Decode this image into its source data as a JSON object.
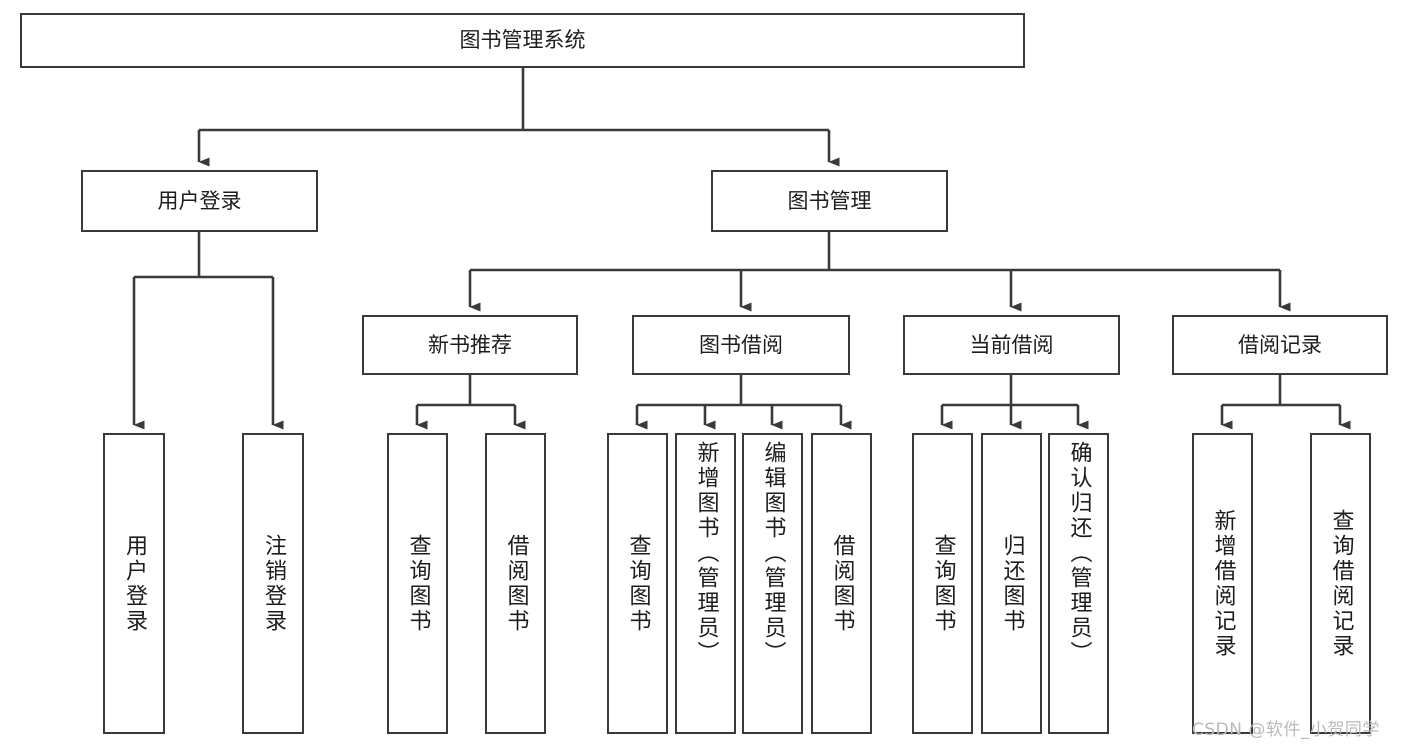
{
  "diagram": {
    "type": "tree-hierarchy",
    "title": "图书管理系统",
    "root": {
      "label": "图书管理系统",
      "children": [
        {
          "label": "用户登录",
          "children": [
            {
              "label": "用户登录"
            },
            {
              "label": "注销登录"
            }
          ]
        },
        {
          "label": "图书管理",
          "children": [
            {
              "label": "新书推荐",
              "children": [
                {
                  "label": "查询图书"
                },
                {
                  "label": "借阅图书"
                }
              ]
            },
            {
              "label": "图书借阅",
              "children": [
                {
                  "label": "查询图书"
                },
                {
                  "label": "新增图书（管理员）"
                },
                {
                  "label": "编辑图书（管理员）"
                },
                {
                  "label": "借阅图书"
                }
              ]
            },
            {
              "label": "当前借阅",
              "children": [
                {
                  "label": "查询图书"
                },
                {
                  "label": "归还图书"
                },
                {
                  "label": "确认归还（管理员）"
                }
              ]
            },
            {
              "label": "借阅记录",
              "children": [
                {
                  "label": "新增借阅记录"
                },
                {
                  "label": "查询借阅记录"
                }
              ]
            }
          ]
        }
      ]
    }
  },
  "nodes": {
    "root": "图书管理系统",
    "user_login": "用户登录",
    "book_manage": "图书管理",
    "new_book_rec": "新书推荐",
    "book_borrow": "图书借阅",
    "current_borrow": "当前借阅",
    "borrow_record": "借阅记录",
    "leaf_user_login": "用户登录",
    "leaf_logout": "注销登录",
    "leaf_query_book_a": "查询图书",
    "leaf_borrow_book_a": "借阅图书",
    "leaf_query_book_b": "查询图书",
    "leaf_add_book": "新增图书（管理员）",
    "leaf_edit_book": "编辑图书（管理员）",
    "leaf_borrow_book_b": "借阅图书",
    "leaf_query_book_c": "查询图书",
    "leaf_return_book": "归还图书",
    "leaf_confirm_return": "确认归还（管理员）",
    "leaf_add_record": "新增借阅记录",
    "leaf_query_record": "查询借阅记录"
  },
  "watermark": {
    "text": "CSDN @软件_小贺同学"
  },
  "colors": {
    "stroke": "#3a3a3a",
    "text": "#1d1d1d",
    "background": "#ffffff",
    "watermark": "#b9b9b9"
  }
}
